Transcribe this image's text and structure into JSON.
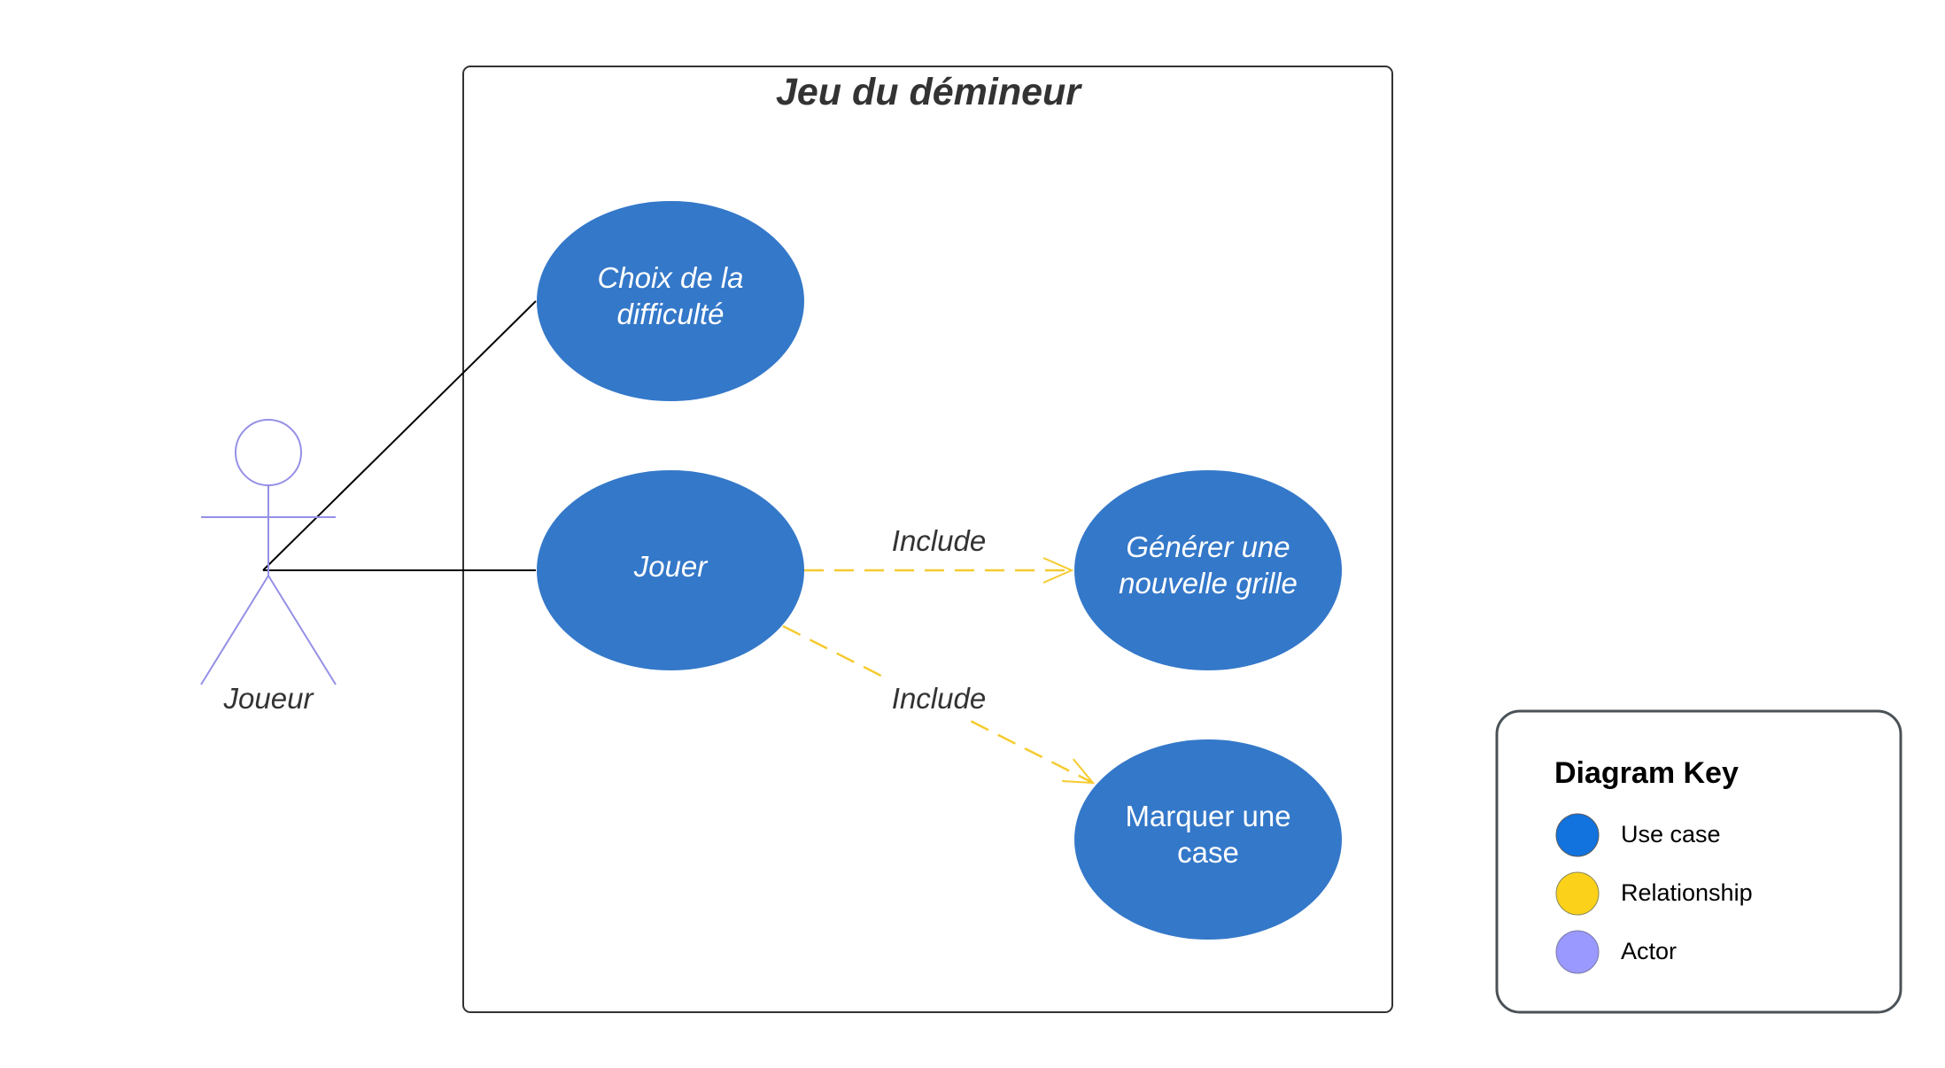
{
  "diagram": {
    "system_title": "Jeu du démineur",
    "actor": {
      "name": "Joueur"
    },
    "use_cases": {
      "choix": {
        "line1": "Choix de la",
        "line2": "difficulté"
      },
      "jouer": {
        "line1": "Jouer"
      },
      "generer": {
        "line1": "Générer une",
        "line2": "nouvelle grille"
      },
      "marquer": {
        "line1": "Marquer une",
        "line2": "case"
      }
    },
    "relationships": {
      "include_generer": "Include",
      "include_marquer": "Include"
    }
  },
  "key": {
    "title": "Diagram Key",
    "items": [
      {
        "label": "Use case",
        "color": "#1272de"
      },
      {
        "label": "Relationship",
        "color": "#fcd11a"
      },
      {
        "label": "Actor",
        "color": "#9999ff"
      }
    ]
  },
  "colors": {
    "use_case_fill": "#3478c9",
    "relationship_line": "#f5cb2f",
    "actor_stroke": "#9590e6",
    "association_line": "#000000",
    "system_border": "#333333"
  }
}
